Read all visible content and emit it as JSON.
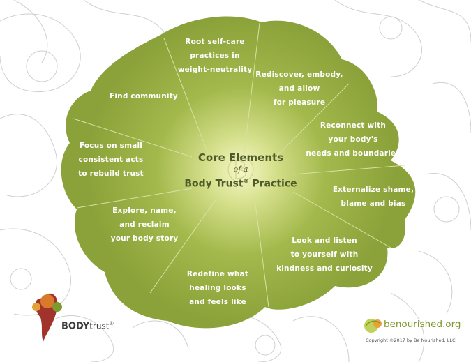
{
  "center": {
    "line1": "Core Elements",
    "line2": "of a",
    "line3": "Body Trust",
    "reg": "®",
    "line4": "Practice"
  },
  "petals": [
    {
      "text": "Root self-care\npractices in\nweight-neutrality"
    },
    {
      "text": "Rediscover, embody,\nand allow\nfor pleasure"
    },
    {
      "text": "Reconnect with\nyour body's\nneeds and boundaries"
    },
    {
      "text": "Externalize shame,\nblame and bias"
    },
    {
      "text": "Look and listen\nto yourself with\nkindness and curiosity"
    },
    {
      "text": "Redefine what\nhealing looks\nand feels like"
    },
    {
      "text": "Explore, name,\nand reclaim\nyour body story"
    },
    {
      "text": "Focus on small\nconsistent acts\nto rebuild trust"
    },
    {
      "text": "Find community"
    }
  ],
  "logos": {
    "body_trust": {
      "word1": "BODY",
      "word2": "trust",
      "reg": "®"
    },
    "benourished": {
      "name": "benourished.org",
      "copyright": "Copyright ©2017 by Be Nourished, LLC"
    }
  },
  "colors": {
    "flower_green": "#8fa83c",
    "center_glow": "#f6f7c9",
    "center_text": "#4f5b2a",
    "logo_green": "#7c9a2d",
    "logo_red": "#c0392b",
    "line_art": "#c8c8c8"
  }
}
